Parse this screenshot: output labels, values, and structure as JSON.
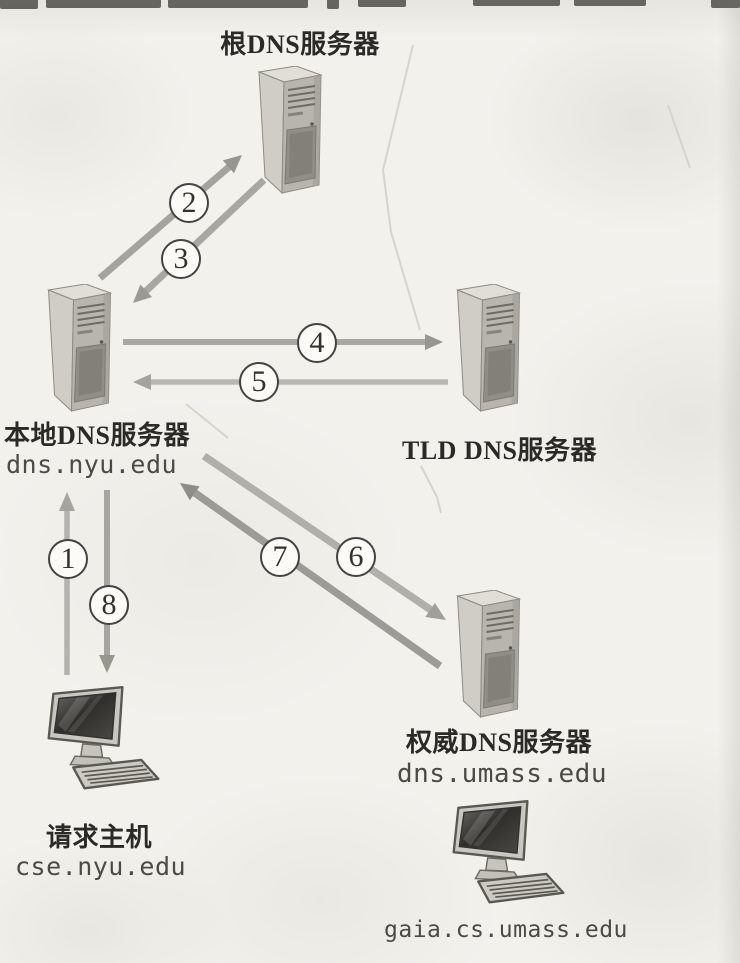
{
  "figure": {
    "description": "DNS 查询流程图（本地DNS服务器迭代查询根、TLD、权威DNS服务器）",
    "nodes": {
      "root_dns": {
        "label": "根DNS服务器"
      },
      "local_dns": {
        "label": "本地DNS服务器",
        "hostname": "dns.nyu.edu"
      },
      "tld_dns": {
        "label": "TLD DNS服务器"
      },
      "authoritative_dns": {
        "label": "权威DNS服务器",
        "hostname": "dns.umass.edu"
      },
      "requesting_host": {
        "label": "请求主机",
        "hostname": "cse.nyu.edu"
      },
      "target_host": {
        "hostname": "gaia.cs.umass.edu"
      }
    },
    "flows": [
      {
        "step": "1",
        "from": "requesting_host",
        "to": "local_dns"
      },
      {
        "step": "2",
        "from": "local_dns",
        "to": "root_dns"
      },
      {
        "step": "3",
        "from": "root_dns",
        "to": "local_dns"
      },
      {
        "step": "4",
        "from": "local_dns",
        "to": "tld_dns"
      },
      {
        "step": "5",
        "from": "tld_dns",
        "to": "local_dns"
      },
      {
        "step": "6",
        "from": "local_dns",
        "to": "authoritative_dns"
      },
      {
        "step": "7",
        "from": "authoritative_dns",
        "to": "local_dns"
      },
      {
        "step": "8",
        "from": "local_dns",
        "to": "requesting_host"
      }
    ],
    "colors": {
      "paper": "#f3f1ec",
      "arrow": "#a8a6a1",
      "badge_border": "#45433f",
      "badge_fill": "#fcfbf7",
      "label_text": "#2b2a26",
      "hostname_text": "#4b4a45"
    }
  }
}
